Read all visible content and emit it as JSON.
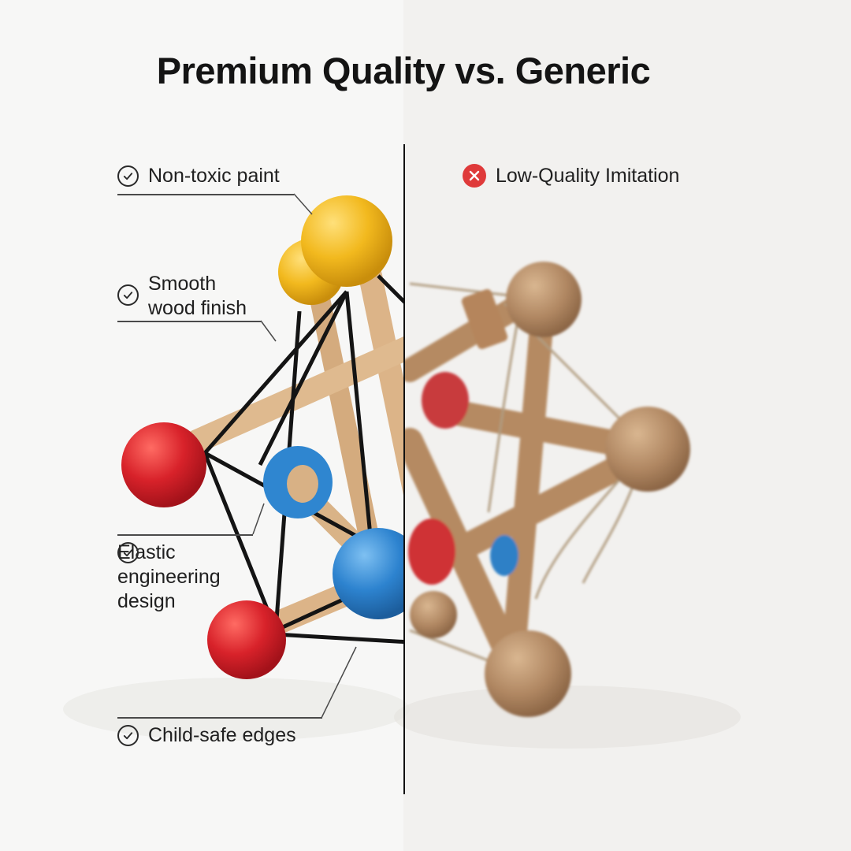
{
  "title": "Premium Quality vs. Generic",
  "premium_features": [
    {
      "label": "Non-toxic paint"
    },
    {
      "label": "Smooth\nwood finish"
    },
    {
      "label": "Elastic\nengineering\ndesign"
    },
    {
      "label": "Child-safe edges"
    }
  ],
  "generic_label": "Low-Quality Imitation",
  "icons": {
    "premium": "check-circle-icon",
    "generic": "x-circle-icon"
  },
  "colors": {
    "check": "#2a2a2a",
    "x_badge": "#df3a3a",
    "bead_yellow": "#f2b91e",
    "bead_red": "#d8222a",
    "bead_blue": "#2d83cf",
    "wood": "#d7b184",
    "cord": "#141414"
  }
}
